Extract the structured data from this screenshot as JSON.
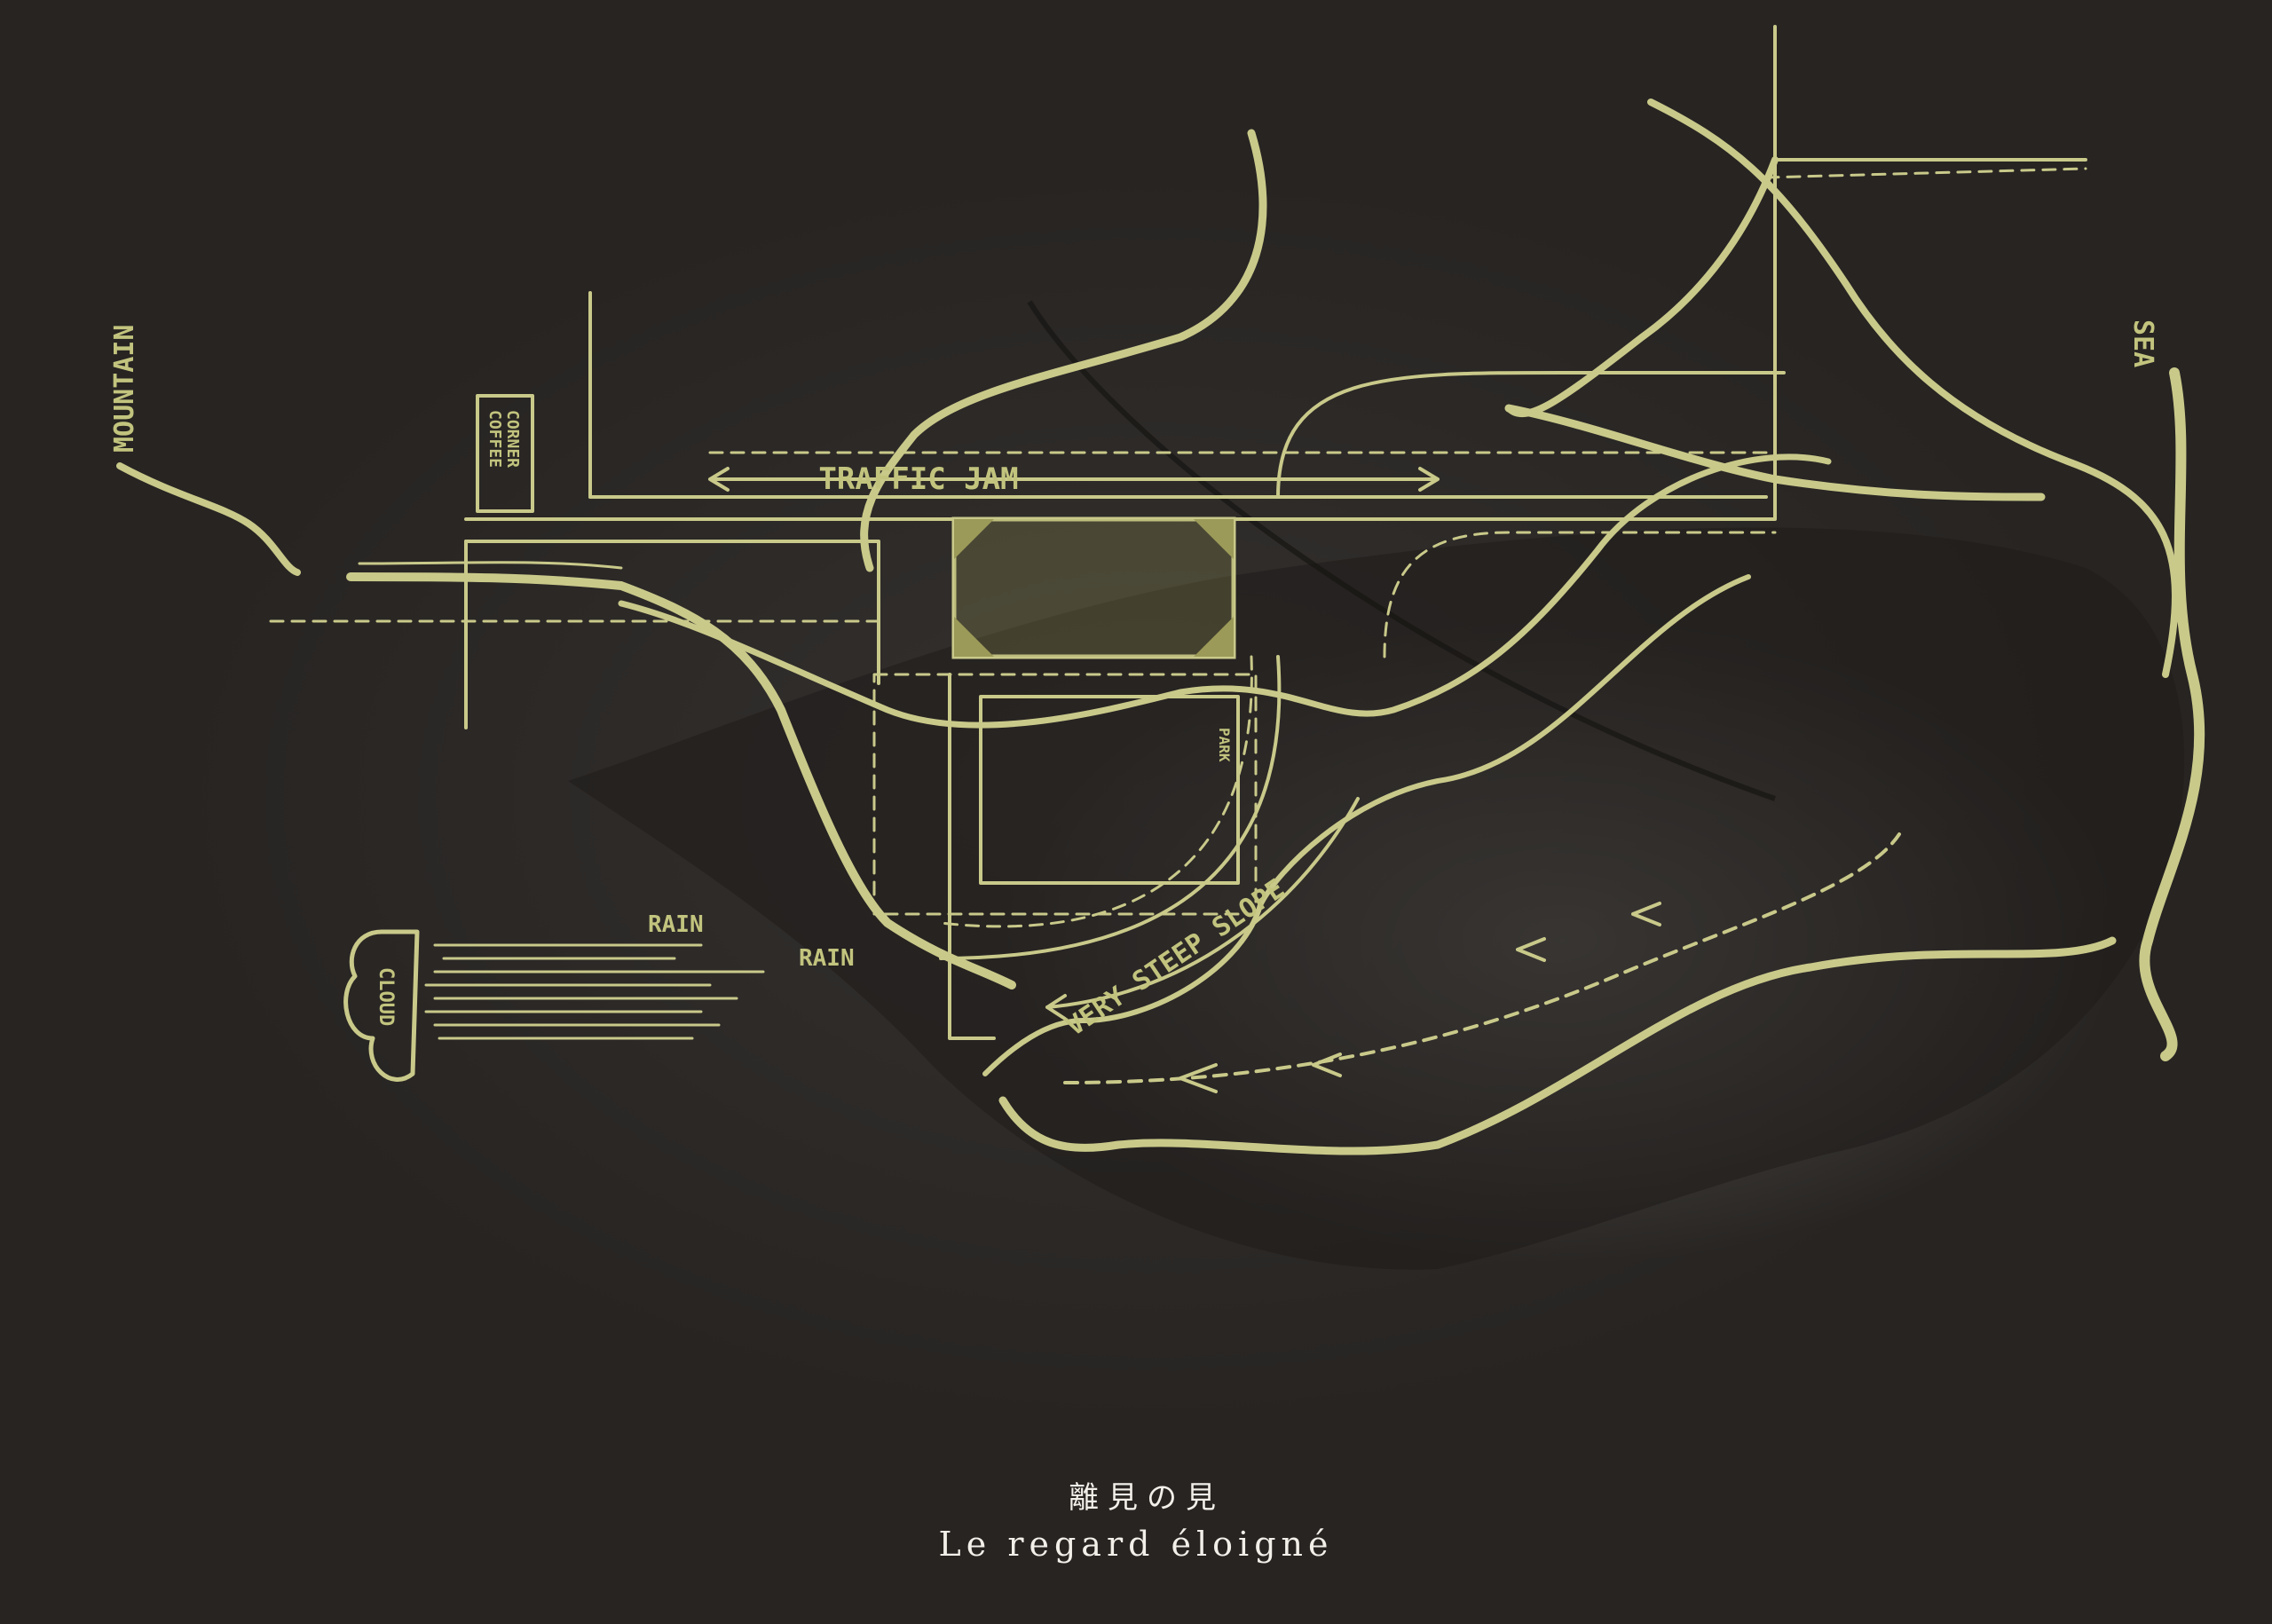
{
  "title": {
    "japanese": "離見の見",
    "french": "Le regard éloigné"
  },
  "map_labels": {
    "mountain": "MOUNTAIN",
    "sea": "SEA",
    "traffic_jam": "TRAFFIC JAM",
    "very_steep_slope": "VERY STEEP SLOPE",
    "rain_1": "RAIN",
    "rain_2": "RAIN",
    "cloud": "CLOUD",
    "corner_coffee_1": "COFFEE",
    "corner_coffee_2": "CORNER",
    "park": "PARK"
  },
  "colors": {
    "background": "#2a2725",
    "ink": "#c9c98a",
    "accent_fill": "#9c9a58",
    "text": "#f2efe9"
  }
}
